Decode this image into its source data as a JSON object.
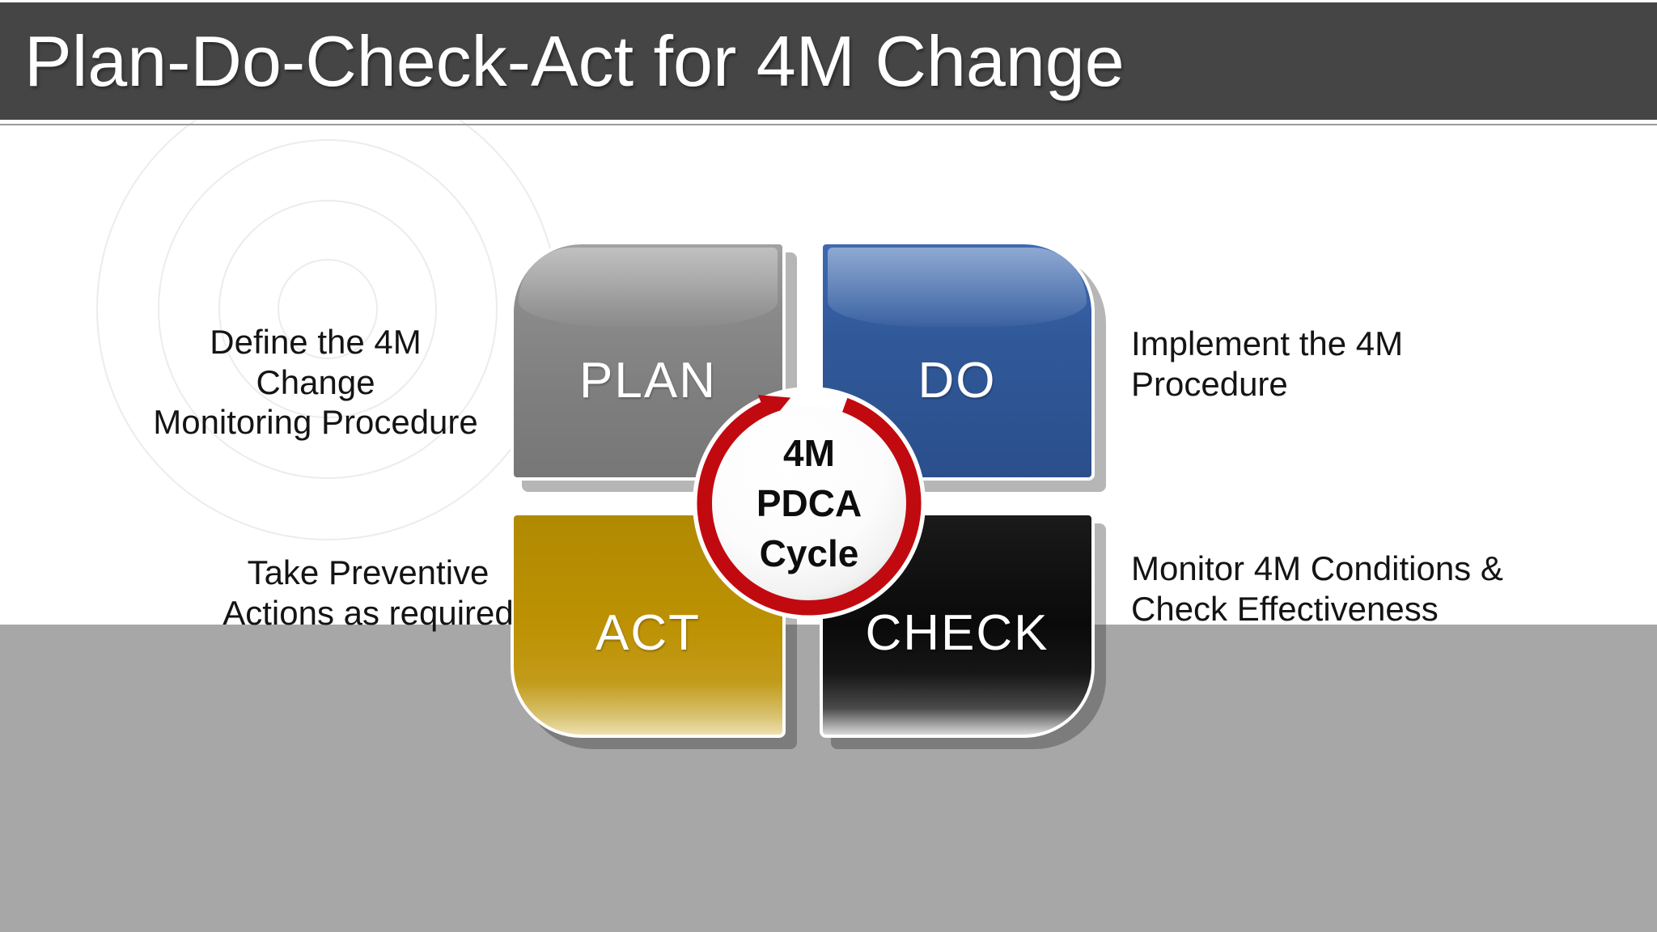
{
  "title": {
    "text": "Plan-Do-Check-Act for 4M Change"
  },
  "quadrants": [
    {
      "id": "plan",
      "label": "PLAN",
      "color": "#808080"
    },
    {
      "id": "do",
      "label": "DO",
      "color": "#2E5596"
    },
    {
      "id": "act",
      "label": "ACT",
      "color": "#BD9103"
    },
    {
      "id": "check",
      "label": "CHECK",
      "color": "#0A0A0A"
    }
  ],
  "annotations": {
    "plan": {
      "lines": [
        "Define the 4M Change",
        "Monitoring Procedure"
      ]
    },
    "do": {
      "lines": [
        "Implement the 4M",
        "Procedure"
      ]
    },
    "act": {
      "lines": [
        "Take Preventive",
        "Actions as required"
      ]
    },
    "check": {
      "lines": [
        "Monitor 4M Conditions &",
        "Check Effectiveness"
      ]
    }
  },
  "center": {
    "lines": [
      "4M",
      "PDCA",
      "Cycle"
    ]
  },
  "colors": {
    "title_bar": "#454545",
    "title_text": "#FFFFFF",
    "accent_red": "#C10A10",
    "bottom_band": "#A7A7A7",
    "annotation_text": "#141414",
    "decoration_rings": "#ECECEC"
  }
}
